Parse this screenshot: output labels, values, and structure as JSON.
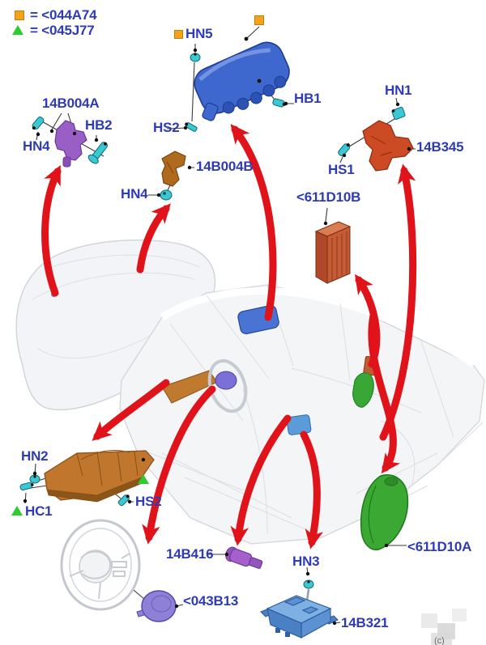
{
  "legend": {
    "items": [
      {
        "symbol": "orange-square",
        "symbol_color": "#F5A21B",
        "label": "= <044A74"
      },
      {
        "symbol": "green-triangle",
        "symbol_color": "#2ECC2E",
        "label": "= <045J77"
      }
    ]
  },
  "callouts": {
    "hn5": "HN5",
    "hb1": "HB1",
    "hs2_top": "HS2",
    "part_14b004a": "14B004A",
    "hn4_left": "HN4",
    "hb2": "HB2",
    "part_14b004b": "14B004B",
    "hn4_mid": "HN4",
    "hn1": "HN1",
    "part_14b345": "14B345",
    "hs1": "HS1",
    "part_611d10b": "<611D10B",
    "hn2": "HN2",
    "hc1": "HC1",
    "hs2_bottom": "HS2",
    "part_14b416": "14B416",
    "part_043b13": "<043B13",
    "hn3": "HN3",
    "part_14b321": "14B321",
    "part_611d10a": "<611D10A"
  },
  "watermark_mark": "(с)",
  "colors": {
    "label_text": "#2E3BB3",
    "arrow_red": "#E0131B",
    "fastener_teal": "#3CC8D2",
    "legend_orange": "#F5A21B",
    "legend_green": "#2ECC2E",
    "airbag_blue": "#3E68CE",
    "module_blue": "#4A80C4",
    "knee_airbag_orange": "#C0762C",
    "bracket_orange": "#B06A1E",
    "module_red_orange": "#C65C36",
    "sensor_red": "#CC4A24",
    "trim_green": "#3AA832",
    "purple_part": "#9A5FC6",
    "body_gray": "#C9CDD4"
  }
}
